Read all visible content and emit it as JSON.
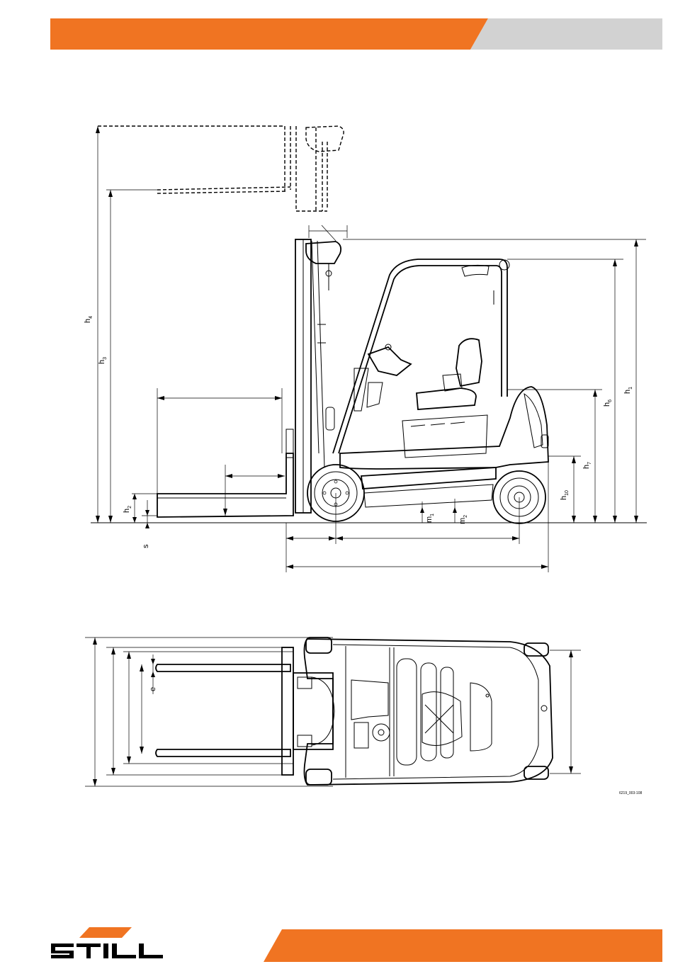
{
  "colors": {
    "accent": "#f07422",
    "grey_band": "#d2d2d2",
    "line": "#000000"
  },
  "brand": {
    "name": "STILL"
  },
  "drawing_ref": "6219_003-108",
  "side_view": {
    "labels": {
      "h4": {
        "main": "h",
        "sub": "4"
      },
      "h3": {
        "main": "h",
        "sub": "3"
      },
      "h2": {
        "main": "h",
        "sub": "2"
      },
      "s": {
        "main": "s"
      },
      "m1": {
        "main": "m",
        "sub": "1"
      },
      "m2": {
        "main": "m",
        "sub": "2"
      },
      "h10": {
        "main": "h",
        "sub": "10"
      },
      "h7": {
        "main": "h",
        "sub": "7"
      },
      "h6": {
        "main": "h",
        "sub": "6"
      },
      "h1": {
        "main": "h",
        "sub": "1"
      }
    }
  },
  "top_view": {
    "labels": {
      "e": {
        "main": "e"
      }
    }
  }
}
